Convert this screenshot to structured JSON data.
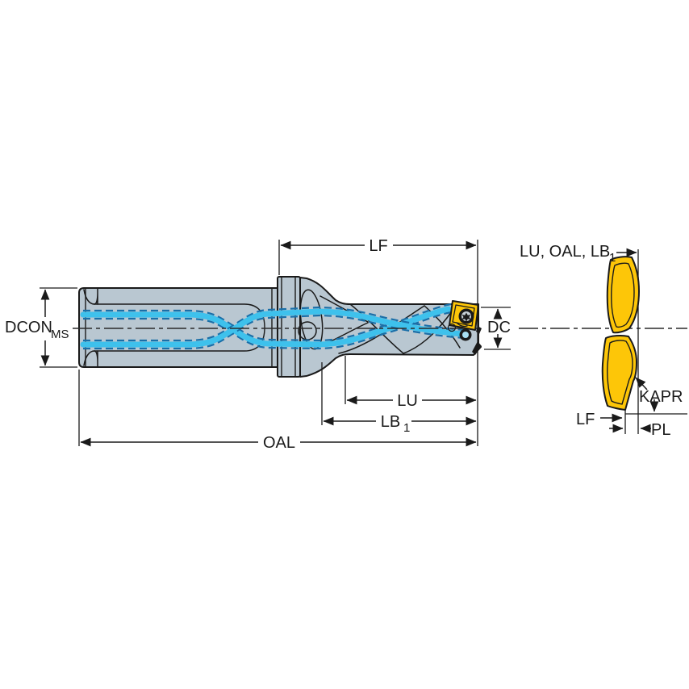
{
  "title": "Indexable insert drill - dimensional drawing",
  "views": {
    "main": "drill side view with dimensions",
    "detail": "insert tip detail view"
  },
  "labels": {
    "dcon": "DCON",
    "dcon_sub": "MS",
    "lf": "LF",
    "dc": "DC",
    "lu": "LU",
    "lb": "LB",
    "lb_sub": "1",
    "oal": "OAL",
    "detail_ref": "LU, OAL, LB",
    "detail_ref_sub": "1",
    "kapr": "KAPR",
    "detail_lf": "LF",
    "pl": "PL"
  },
  "colors": {
    "background": "#ffffff",
    "body": "#b9c7d1",
    "outline": "#1a1a1a",
    "coolant_solid": "#3ec1ec",
    "coolant_dashed": "#1a6fa8",
    "insert_yellow": "#fdc608",
    "screw_gray": "#c9d2d8",
    "hole_center": "#a8dff2",
    "dimension": "#1a1a1a"
  }
}
